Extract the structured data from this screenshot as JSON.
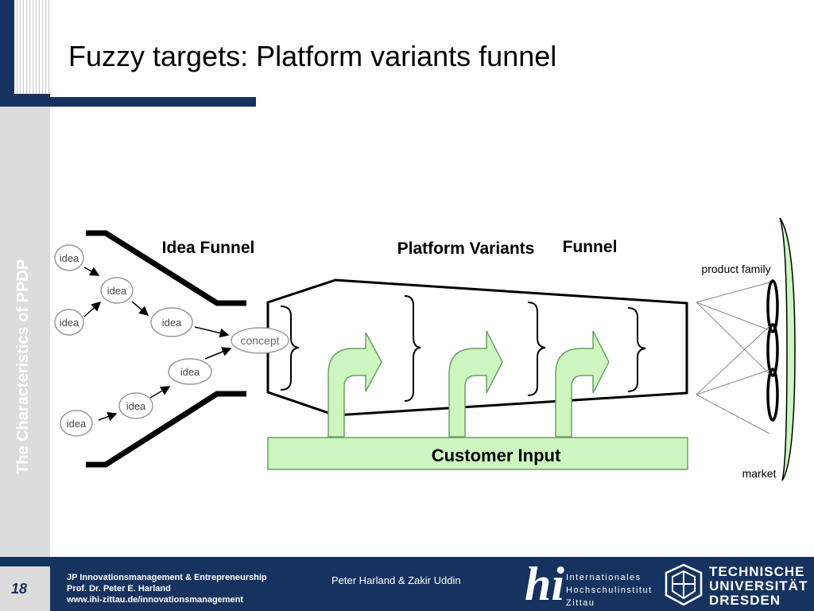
{
  "slide": {
    "title": "Fuzzy targets: Platform variants funnel",
    "side_title": "The Characteristics of PPDP",
    "page_number": "18"
  },
  "diagram": {
    "idea_funnel_label": "Idea Funnel",
    "platform_label_1": "Platform Variants",
    "platform_label_2": "Funnel",
    "idea_label": "idea",
    "concept_label": "concept",
    "customer_input_label": "Customer Input",
    "product_family_label": "product family",
    "market_label": "market",
    "colors": {
      "green_fill": "#ccf5bf",
      "green_stroke": "#6e9e66",
      "bubble_stroke": "#999999",
      "navy": "#16335f"
    }
  },
  "footer": {
    "line1": "JP Innovationsmanagement & Entrepreneurship",
    "line2": "Prof. Dr. Peter E. Harland",
    "line3": "www.ihi-zittau.de/innovationsmanagement",
    "authors": "Peter Harland & Zakir Uddin",
    "ihi_logo": "hi",
    "ihi_name_1": "Internationales",
    "ihi_name_2": "Hochschulinstitut",
    "ihi_name_3": "Zittau",
    "tu_name_1": "TECHNISCHE",
    "tu_name_2": "UNIVERSITÄT",
    "tu_name_3": "DRESDEN"
  }
}
